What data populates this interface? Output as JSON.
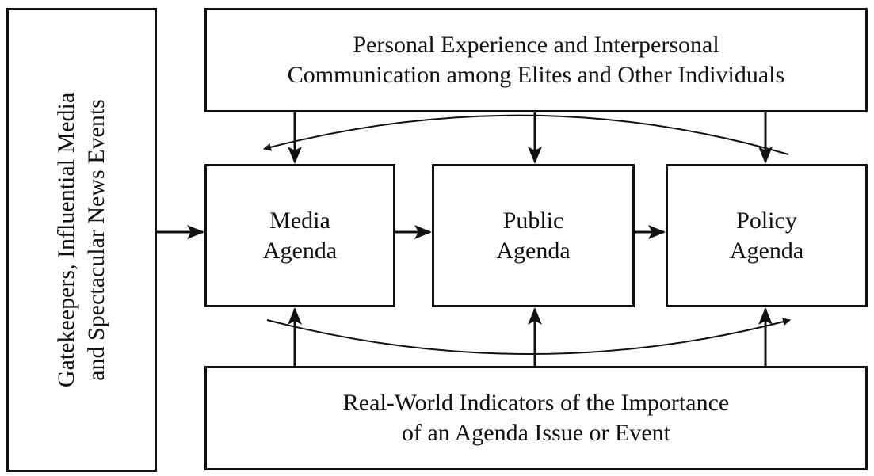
{
  "boxes": {
    "gatekeepers": {
      "line1": "Gatekeepers, Influential Media",
      "line2": "and Spectacular News Events"
    },
    "personal": {
      "line1": "Personal Experience and Interpersonal",
      "line2": "Communication among Elites and Other Individuals"
    },
    "media": {
      "line1": "Media",
      "line2": "Agenda"
    },
    "public": {
      "line1": "Public",
      "line2": "Agenda"
    },
    "policy": {
      "line1": "Policy",
      "line2": "Agenda"
    },
    "realworld": {
      "line1": "Real-World Indicators of the Importance",
      "line2": "of an Agenda Issue or Event"
    }
  }
}
